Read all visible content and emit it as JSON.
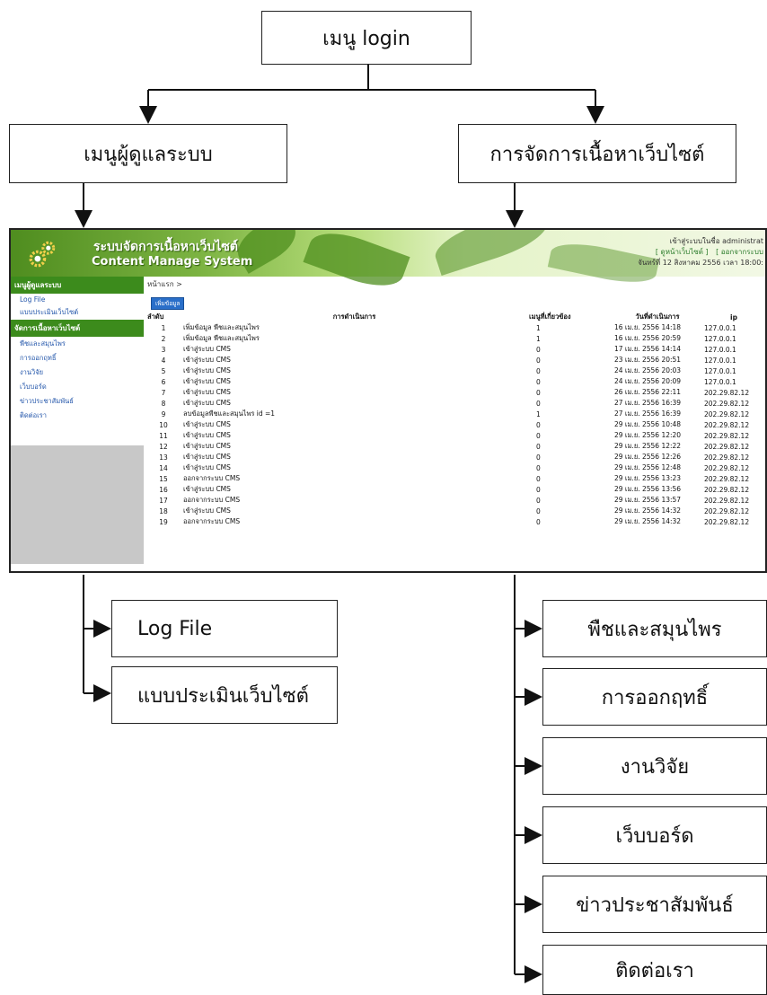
{
  "diagram": {
    "root": "เมนู login",
    "admin_menu": "เมนูผู้ดูแลระบบ",
    "content_menu": "การจัดการเนื้อหาเว็บไซต์",
    "admin_items": [
      "Log File",
      "แบบประเมินเว็บไซต์"
    ],
    "content_items": [
      "พืชและสมุนไพร",
      "การออกฤทธิ์",
      "งานวิจัย",
      "เว็บบอร์ด",
      "ข่าวประชาสัมพันธ์",
      "ติดต่อเรา"
    ]
  },
  "screenshot": {
    "site_title": "ระบบจัดการเนื้อหาเว็บไซต์",
    "site_subtitle": "Content Manage System",
    "header_user": "เข้าสู่ระบบในชื่อ administrat",
    "header_links": [
      "[ ดูหน้าเว็บไซต์ ]",
      "[ ออกจากระบบ"
    ],
    "header_date": "จันทร์ที่ 12 สิงหาคม 2556 เวลา 18:00:",
    "sidebar": {
      "admin_heading": "เมนูผู้ดูแลระบบ",
      "admin_items": [
        "Log File",
        "แบบประเมินเว็บไซต์"
      ],
      "content_heading": "จัดการเนื้อหาเว็บไซต์",
      "content_items": [
        "พืชและสมุนไพร",
        "การออกฤทธิ์",
        "งานวิจัย",
        "เว็บบอร์ด",
        "ข่าวประชาสัมพันธ์",
        "ติดต่อเรา"
      ]
    },
    "breadcrumb": "หน้าแรก >",
    "add_button": "เพิ่มข้อมูล",
    "table": {
      "headers": [
        "ลำดับ",
        "การดำเนินการ",
        "เมนูที่เกี่ยวข้อง",
        "วันที่ดำเนินการ",
        "ip"
      ],
      "rows": [
        [
          "1",
          "เพิ่มข้อมูล พืชและสมุนไพร",
          "1",
          "16 เม.ย. 2556 14:18",
          "127.0.0.1"
        ],
        [
          "2",
          "เพิ่มข้อมูล พืชและสมุนไพร",
          "1",
          "16 เม.ย. 2556 20:59",
          "127.0.0.1"
        ],
        [
          "3",
          "เข้าสู่ระบบ CMS",
          "0",
          "17 เม.ย. 2556 14:14",
          "127.0.0.1"
        ],
        [
          "4",
          "เข้าสู่ระบบ CMS",
          "0",
          "23 เม.ย. 2556 20:51",
          "127.0.0.1"
        ],
        [
          "5",
          "เข้าสู่ระบบ CMS",
          "0",
          "24 เม.ย. 2556 20:03",
          "127.0.0.1"
        ],
        [
          "6",
          "เข้าสู่ระบบ CMS",
          "0",
          "24 เม.ย. 2556 20:09",
          "127.0.0.1"
        ],
        [
          "7",
          "เข้าสู่ระบบ CMS",
          "0",
          "26 เม.ย. 2556 22:11",
          "202.29.82.12"
        ],
        [
          "8",
          "เข้าสู่ระบบ CMS",
          "0",
          "27 เม.ย. 2556 16:39",
          "202.29.82.12"
        ],
        [
          "9",
          "ลบข้อมูลพืชและสมุนไพร id =1",
          "1",
          "27 เม.ย. 2556 16:39",
          "202.29.82.12"
        ],
        [
          "10",
          "เข้าสู่ระบบ CMS",
          "0",
          "29 เม.ย. 2556 10:48",
          "202.29.82.12"
        ],
        [
          "11",
          "เข้าสู่ระบบ CMS",
          "0",
          "29 เม.ย. 2556 12:20",
          "202.29.82.12"
        ],
        [
          "12",
          "เข้าสู่ระบบ CMS",
          "0",
          "29 เม.ย. 2556 12:22",
          "202.29.82.12"
        ],
        [
          "13",
          "เข้าสู่ระบบ CMS",
          "0",
          "29 เม.ย. 2556 12:26",
          "202.29.82.12"
        ],
        [
          "14",
          "เข้าสู่ระบบ CMS",
          "0",
          "29 เม.ย. 2556 12:48",
          "202.29.82.12"
        ],
        [
          "15",
          "ออกจากระบบ CMS",
          "0",
          "29 เม.ย. 2556 13:23",
          "202.29.82.12"
        ],
        [
          "16",
          "เข้าสู่ระบบ CMS",
          "0",
          "29 เม.ย. 2556 13:56",
          "202.29.82.12"
        ],
        [
          "17",
          "ออกจากระบบ CMS",
          "0",
          "29 เม.ย. 2556 13:57",
          "202.29.82.12"
        ],
        [
          "18",
          "เข้าสู่ระบบ CMS",
          "0",
          "29 เม.ย. 2556 14:32",
          "202.29.82.12"
        ],
        [
          "19",
          "ออกจากระบบ CMS",
          "0",
          "29 เม.ย. 2556 14:32",
          "202.29.82.12"
        ]
      ]
    }
  }
}
